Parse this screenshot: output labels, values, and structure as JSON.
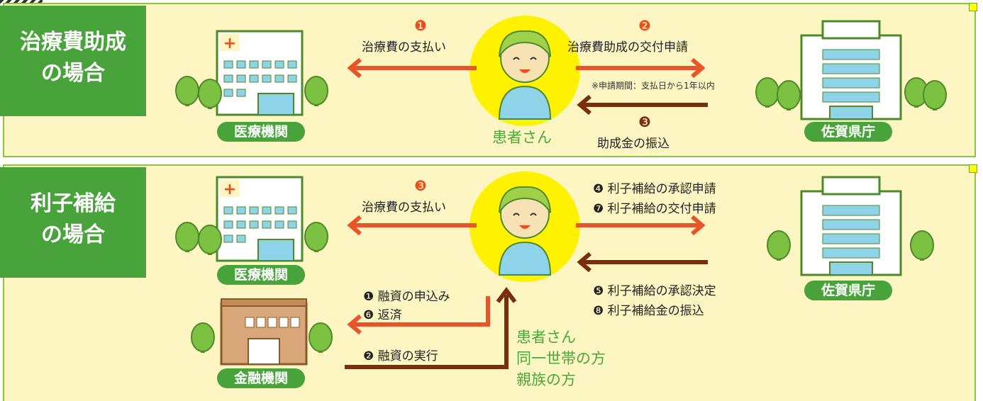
{
  "section1": {
    "title_line1": "治療費助成",
    "title_line2": "の場合",
    "left_facility": "医療機関",
    "right_facility": "佐賀県庁",
    "person": "患者さん",
    "step1_num": "❶",
    "step1_label": "治療費の支払い",
    "step2_num": "❷",
    "step2_label": "治療費助成の交付申請",
    "note": "※申請期間：支払日から1年以内",
    "step3_num": "❸",
    "step3_label": "助成金の振込"
  },
  "section2": {
    "title_line1": "利子補給",
    "title_line2": "の場合",
    "left_facility": "医療機関",
    "right_facility": "佐賀県庁",
    "bank": "金融機関",
    "pay_num": "❸",
    "pay_label": "治療費の支払い",
    "right_out": [
      "❹ 利子補給の承認申請",
      "❼ 利子補給の交付申請"
    ],
    "right_in": [
      "❺ 利子補給の承認決定",
      "❽ 利子補給金の振込"
    ],
    "bank_out": [
      "❶ 融資の申込み",
      "❻ 返済"
    ],
    "bank_in": "❷ 融資の実行",
    "persons": [
      "患者さん",
      "同一世帯の方",
      "親族の方"
    ]
  },
  "colors": {
    "panel_bg": "#fdf6c3",
    "green": "#48a33a",
    "orange_arrow": "#e8552a",
    "dark_arrow": "#7a2e0e",
    "person_circle": "#fff200"
  }
}
